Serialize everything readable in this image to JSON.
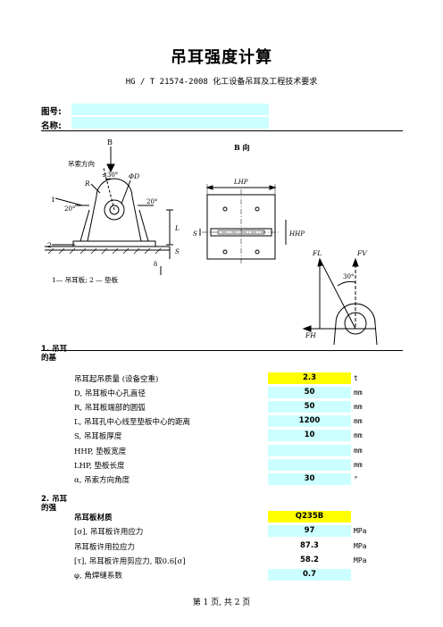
{
  "header": {
    "title": "吊耳强度计算",
    "subtitle": "HG / T 21574-2008 化工设备吊耳及工程技术要求",
    "drawing_no_label": "图号:",
    "name_label": "名称:"
  },
  "figure": {
    "left_labels": {
      "B": "B",
      "direction": "吊索方向",
      "angle": "≤30°",
      "R": "R",
      "phiD": "ΦD",
      "one": "1",
      "two": "2",
      "ang20a": "20°",
      "ang20b": "20°",
      "L": "L",
      "S": "S",
      "delta": "δ",
      "legend": "1— 吊耳板; 2 — 垫板"
    },
    "middle_labels": {
      "view": "B 向",
      "LHP": "LHP",
      "HHP": "HHP",
      "S": "S"
    },
    "right_labels": {
      "FL": "FL",
      "FV": "FV",
      "FH": "FH",
      "angle": "30°"
    }
  },
  "section1": {
    "heading": "1. 吊耳的基",
    "rows": [
      {
        "label": "吊耳起吊质量 (设备空重)",
        "value": "2.3",
        "unit": "t",
        "highlight": "#ffff00"
      },
      {
        "label": "D, 吊耳板中心孔直径",
        "value": "50",
        "unit": "mm",
        "highlight": "#ccffff"
      },
      {
        "label": "R, 吊耳板端部的圆弧",
        "value": "50",
        "unit": "mm",
        "highlight": "#ccffff"
      },
      {
        "label": "L, 吊耳孔中心线至垫板中心的距离",
        "value": "1200",
        "unit": "mm",
        "highlight": "#ccffff"
      },
      {
        "label": "S, 吊耳板厚度",
        "value": "10",
        "unit": "mm",
        "highlight": "#ccffff"
      },
      {
        "label": "HHP, 垫板宽度",
        "value": "",
        "unit": "mm",
        "highlight": "#ccffff"
      },
      {
        "label": "LHP, 垫板长度",
        "value": "",
        "unit": "mm",
        "highlight": "#ccffff"
      },
      {
        "label": "α, 吊索方向角度",
        "value": "30",
        "unit": "°",
        "highlight": "#ccffff"
      }
    ]
  },
  "section2": {
    "heading": "2. 吊耳的强",
    "rows": [
      {
        "label": "吊耳板材质",
        "value": "Q235B",
        "unit": "",
        "highlight": "#ffff00"
      },
      {
        "label": "[σ], 吊耳板许用应力",
        "value": "97",
        "unit": "MPa",
        "highlight": "#ccffff"
      },
      {
        "label": "吊耳板许用拉应力",
        "value": "87.3",
        "unit": "MPa",
        "highlight": "#ffffff"
      },
      {
        "label": "[τ], 吊耳板许用剪应力, 取0.6[σ]",
        "value": "58.2",
        "unit": "MPa",
        "highlight": "#ffffff"
      },
      {
        "label": "φ, 角焊缝系数",
        "value": "0.7",
        "unit": "",
        "highlight": "#ccffff"
      }
    ]
  },
  "footer": {
    "page": "第 1 页, 共 2 页"
  }
}
